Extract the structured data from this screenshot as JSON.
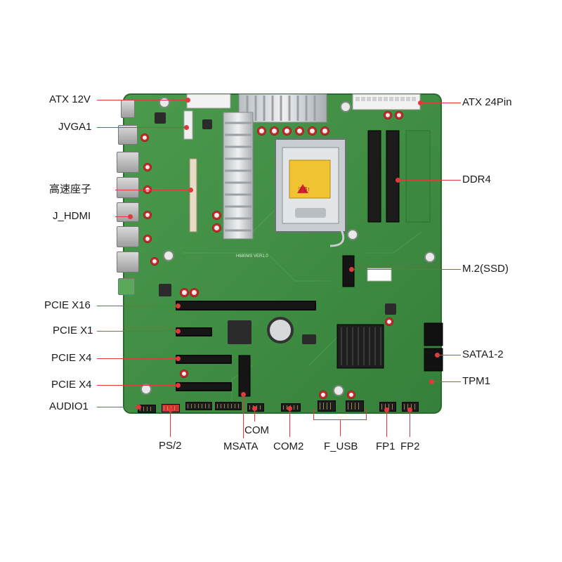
{
  "labels": {
    "atx12v": "ATX 12V",
    "jvga1": "JVGA1",
    "high_speed_socket": "高速座子",
    "j_hdmi": "J_HDMI",
    "pcie_x16": "PCIE X16",
    "pcie_x1": "PCIE X1",
    "pcie_x4_a": "PCIE X4",
    "pcie_x4_b": "PCIE X4",
    "audio1": "AUDIO1",
    "atx24pin": "ATX 24Pin",
    "ddr4": "DDR4",
    "m2_ssd": "M.2(SSD)",
    "sata1_2": "SATA1-2",
    "tpm1": "TPM1",
    "ps2": "PS/2",
    "com": "COM",
    "msata": "MSATA",
    "com2": "COM2",
    "f_usb": "F_USB",
    "fp1": "FP1",
    "fp2": "FP2"
  },
  "board_markings": {
    "model": "H680MS VER1.0",
    "warning": "注意!"
  },
  "colors": {
    "pcb": "#3f8f43",
    "leader_line": "#e23a3a",
    "label_text": "#1a1a1a"
  }
}
